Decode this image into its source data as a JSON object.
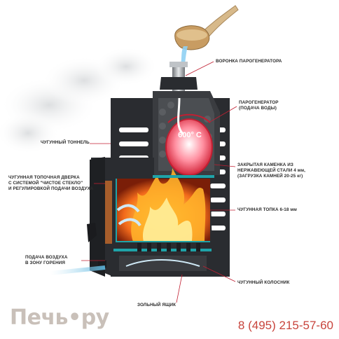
{
  "temperature": "600° C",
  "labels": {
    "funnel": "ВОРОНКА ПАРОГЕНЕРАТОРА",
    "steam_generator": "ПАРОГЕНЕРАТОР\n(ПОДАЧА ВОДЫ)",
    "tunnel": "ЧУГУННЫЙ ТОННЕЛЬ",
    "door": "ЧУГУННАЯ ТОПОЧНАЯ ДВЕРКА\nС СИСТЕМОЙ \"ЧИСТОЕ СТЕКЛО\"\nИ РЕГУЛИРОВКОЙ ПОДАЧИ ВОЗДУХА",
    "heater": "ЗАКРЫТАЯ КАМЕНКА ИЗ\nНЕРЖАВЕЮЩЕЙ СТАЛИ 4 мм,\n(ЗАГРУЗКА КАМНЕЙ 20-25 кг)",
    "firebox": "ЧУГУННАЯ ТОПКА 6-18 мм",
    "air_supply": "ПОДАЧА ВОЗДУХА\nВ ЗОНУ ГОРЕНИЯ",
    "grate": "ЧУГУННЫЙ КОЛОСНИК",
    "ash_box": "ЗОЛЬНЫЙ ЯЩИК"
  },
  "brand": "Печь•ру",
  "phone": "8 (495) 215-57-60",
  "colors": {
    "metal": "#2a2c30",
    "fire": "#f26a1b",
    "accent": "#1fa3a8",
    "phone": "#c8443c",
    "brand": "#c9c0b9"
  }
}
